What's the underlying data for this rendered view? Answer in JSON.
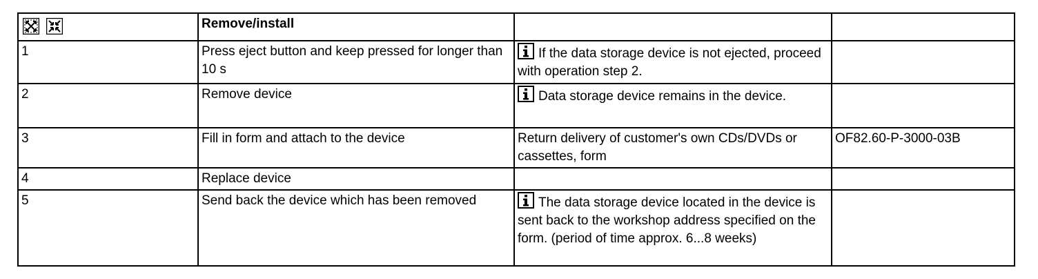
{
  "table": {
    "header": {
      "icons": [
        "expand-arrows-icon",
        "collapse-arrows-icon"
      ],
      "title": "Remove/install",
      "col3": "",
      "col4": ""
    },
    "rows": [
      {
        "step": "1",
        "action": "Press eject button and keep pressed for longer than 10 s",
        "note_icon": "info-icon",
        "note": "If the data storage device is not ejected, proceed with operation step 2.",
        "ref": ""
      },
      {
        "step": "2",
        "action": "Remove device",
        "note_icon": "info-icon",
        "note": "Data storage device remains in the device.",
        "ref": ""
      },
      {
        "step": "3",
        "action": "Fill in form and attach to the device",
        "note_icon": "",
        "note": "Return delivery of customer's own CDs/DVDs or cassettes, form",
        "ref": "OF82.60-P-3000-03B"
      },
      {
        "step": "4",
        "action": "Replace device",
        "note_icon": "",
        "note": "",
        "ref": ""
      },
      {
        "step": "5",
        "action": "Send back the device which has been removed",
        "note_icon": "info-icon",
        "note": "The data storage device located in the device is sent back to the workshop address specified on the form. (period of time approx. 6...8 weeks)",
        "ref": ""
      }
    ]
  }
}
